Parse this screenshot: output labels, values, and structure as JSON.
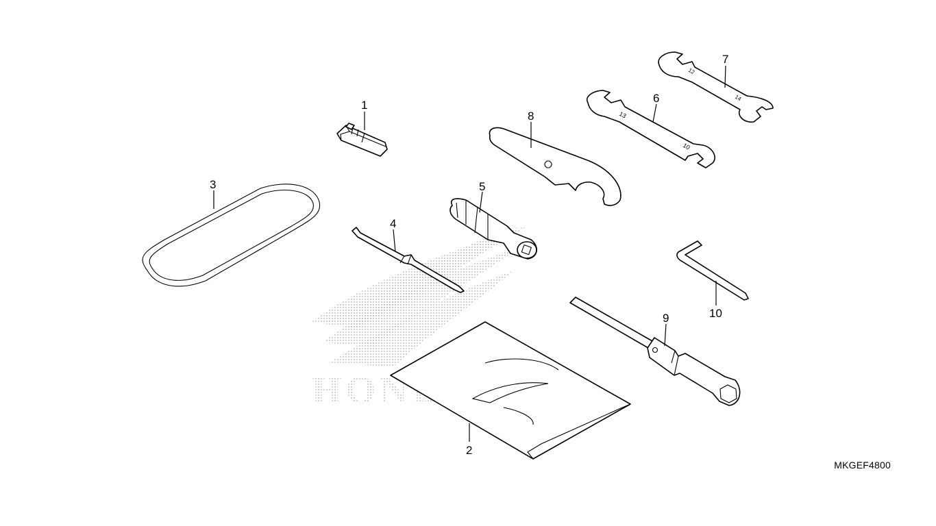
{
  "diagram": {
    "drawing_code": "MKGEF4800",
    "watermark_text": "HONDA",
    "callouts": [
      {
        "id": "1",
        "label": "1",
        "part": "fuse-clip"
      },
      {
        "id": "2",
        "label": "2",
        "part": "tool-bag"
      },
      {
        "id": "3",
        "label": "3",
        "part": "belt-strap"
      },
      {
        "id": "4",
        "label": "4",
        "part": "screwdriver"
      },
      {
        "id": "5",
        "label": "5",
        "part": "screwdriver-handle"
      },
      {
        "id": "6",
        "label": "6",
        "part": "open-end-wrench-large"
      },
      {
        "id": "7",
        "label": "7",
        "part": "open-end-wrench-small"
      },
      {
        "id": "8",
        "label": "8",
        "part": "pin-spanner"
      },
      {
        "id": "9",
        "label": "9",
        "part": "spark-plug-wrench"
      },
      {
        "id": "10",
        "label": "10",
        "part": "hex-key"
      }
    ]
  }
}
